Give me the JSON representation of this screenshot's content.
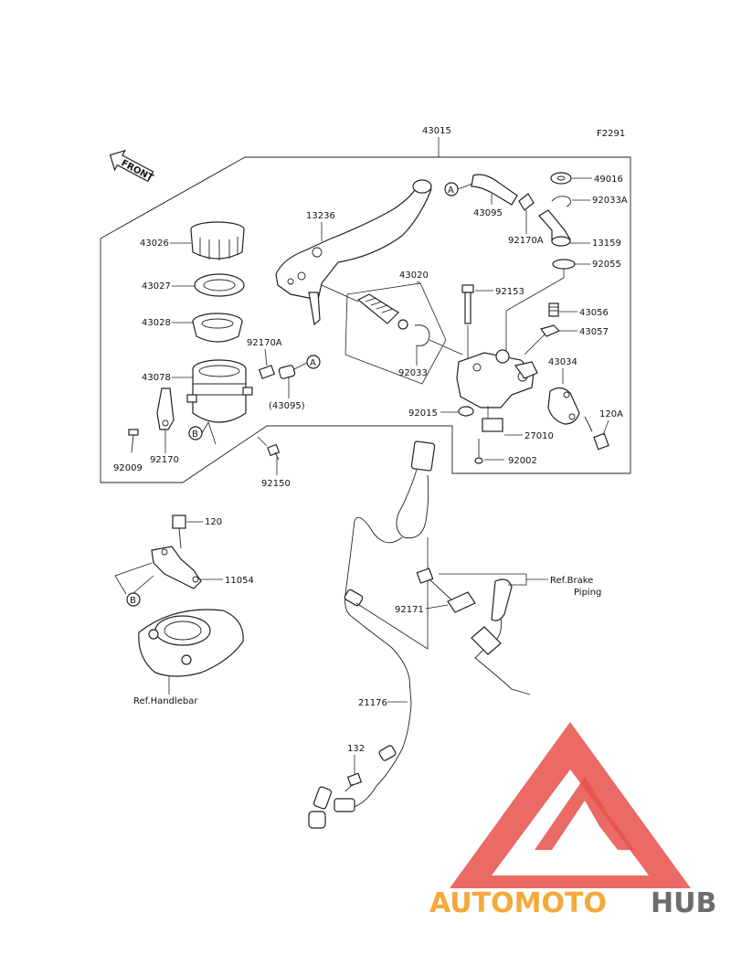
{
  "figure_code": "F2291",
  "front_label": "FRONT",
  "parts": {
    "p43015": "43015",
    "p13236": "13236",
    "p43026": "43026",
    "p43027": "43027",
    "p43028": "43028",
    "p43078": "43078",
    "p92170A_left": "92170A",
    "p43095_paren": "(43095)",
    "p92009": "92009",
    "p92170": "92170",
    "p92150": "92150",
    "p43020": "43020",
    "p92033": "92033",
    "p92153": "92153",
    "p92015": "92015",
    "p27010": "27010",
    "p92002": "92002",
    "p43095": "43095",
    "p92170A_right": "92170A",
    "p49016": "49016",
    "p92033A": "92033A",
    "p13159": "13159",
    "p92055": "92055",
    "p43056": "43056",
    "p43057": "43057",
    "p43034": "43034",
    "p120A": "120A",
    "p120": "120",
    "p11054": "11054",
    "p92171": "92171",
    "p21176": "21176",
    "p132": "132"
  },
  "callouts": {
    "A_left": "A",
    "A_right": "A",
    "B_upper": "B",
    "B_lower": "B"
  },
  "references": {
    "brake_piping_line1": "Ref.Brake",
    "brake_piping_line2": "Piping",
    "handlebar": "Ref.Handlebar"
  },
  "watermark": {
    "text_orange": "AUTOMOTO",
    "text_gray": "HUB",
    "color_red": "#e8504a",
    "color_orange": "#f4a93a",
    "color_gray": "#6d6d6d"
  }
}
